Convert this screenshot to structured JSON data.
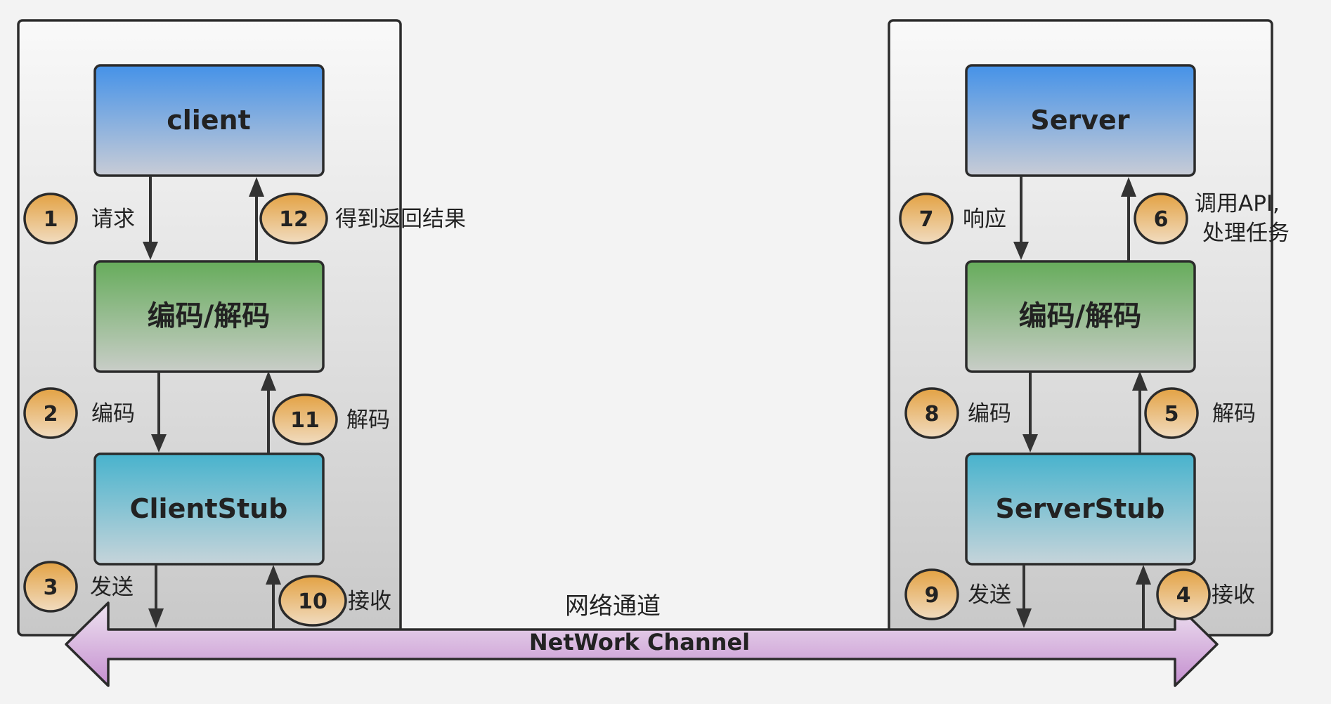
{
  "client_side": {
    "top_box": "client",
    "middle_box": "编码/解码",
    "bottom_box": "ClientStub",
    "steps": [
      {
        "num": "1",
        "label": "请求"
      },
      {
        "num": "12",
        "label": "得到返回结果"
      },
      {
        "num": "2",
        "label": "编码"
      },
      {
        "num": "11",
        "label": "解码"
      },
      {
        "num": "3",
        "label": "发送"
      },
      {
        "num": "10",
        "label": "接收"
      }
    ]
  },
  "server_side": {
    "top_box": "Server",
    "middle_box": "编码/解码",
    "bottom_box": "ServerStub",
    "steps": [
      {
        "num": "7",
        "label": "响应"
      },
      {
        "num": "6",
        "label": "调用API,",
        "label2": "处理任务"
      },
      {
        "num": "8",
        "label": "编码"
      },
      {
        "num": "5",
        "label": "解码"
      },
      {
        "num": "9",
        "label": "发送"
      },
      {
        "num": "4",
        "label": "接收"
      }
    ]
  },
  "channel": {
    "title": "网络通道",
    "label": "NetWork  Channel"
  },
  "colors": {
    "blue_top": "#4a94e6",
    "green_top": "#68ad5e",
    "teal_top": "#4ab4ce",
    "circle_top": "#e4a448",
    "arrow_purple": "#c892d2"
  }
}
